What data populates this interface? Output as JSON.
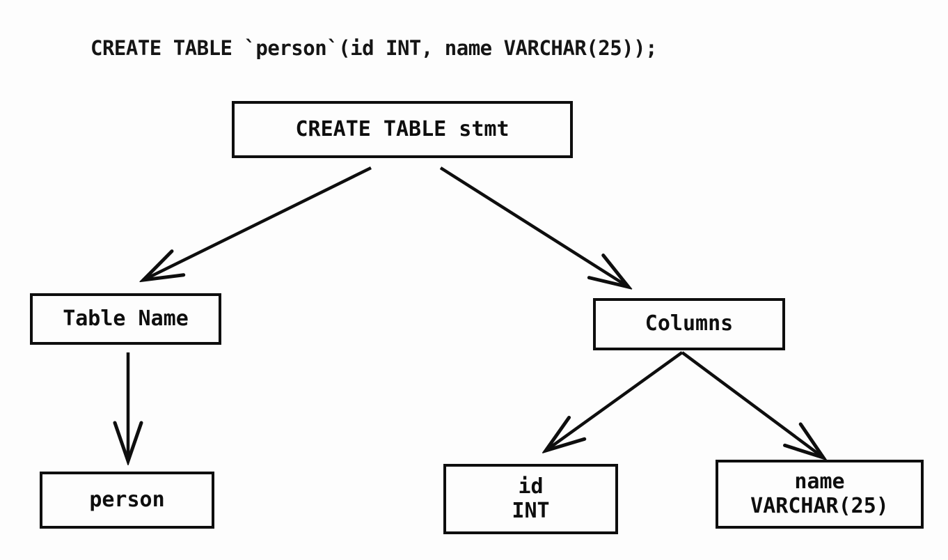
{
  "code_line": "CREATE TABLE `person`(id INT, name VARCHAR(25));",
  "diagram": {
    "type": "parse-tree",
    "colors": {
      "stroke": "#0e0e0e",
      "background": "#fdfdfd"
    },
    "nodes": {
      "root": {
        "label": "CREATE TABLE stmt"
      },
      "table_name": {
        "label": "Table Name"
      },
      "columns": {
        "label": "Columns"
      },
      "person": {
        "label": "person"
      },
      "id_col": {
        "line1": "id",
        "line2": "INT"
      },
      "name_col": {
        "line1": "name",
        "line2": "VARCHAR(25)"
      }
    },
    "edges": [
      {
        "from": "root",
        "to": "table_name"
      },
      {
        "from": "root",
        "to": "columns"
      },
      {
        "from": "table_name",
        "to": "person"
      },
      {
        "from": "columns",
        "to": "id_col"
      },
      {
        "from": "columns",
        "to": "name_col"
      }
    ]
  }
}
